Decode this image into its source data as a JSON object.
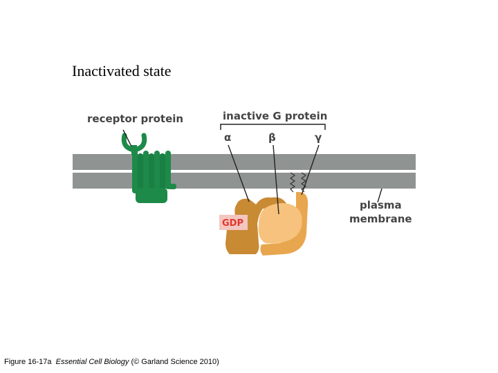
{
  "slide": {
    "title": "Inactivated state"
  },
  "diagram": {
    "receptor_label": "receptor protein",
    "g_protein_label": "inactive G protein",
    "alpha_label": "α",
    "beta_label": "β",
    "gamma_label": "γ",
    "gdp_label": "GDP",
    "membrane_label_line1": "plasma",
    "membrane_label_line2": "membrane",
    "colors": {
      "membrane": "#8f9392",
      "receptor": "#1d8a49",
      "receptor_dark": "#136a36",
      "alpha_subunit": "#c98a34",
      "beta_subunit": "#f6c27d",
      "gamma_subunit": "#e8a64e",
      "gdp_box": "#f3c6c0",
      "gdp_text": "#e0362e"
    }
  },
  "caption": {
    "figure_number": "Figure 16-17a",
    "book_title": "Essential Cell Biology",
    "credit": "(© Garland Science 2010)"
  }
}
